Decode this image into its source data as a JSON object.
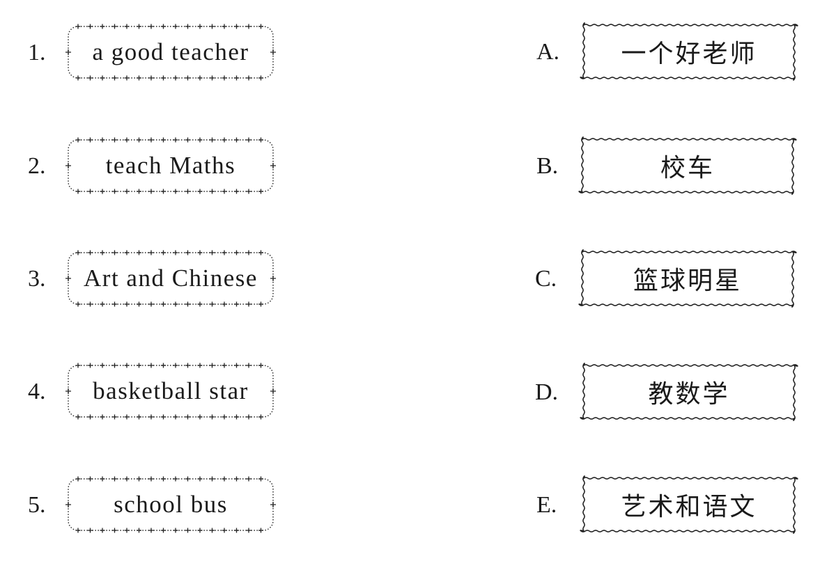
{
  "left_items": [
    {
      "number": "1.",
      "text": "a good teacher"
    },
    {
      "number": "2.",
      "text": "teach Maths"
    },
    {
      "number": "3.",
      "text": "Art and Chinese"
    },
    {
      "number": "4.",
      "text": "basketball star"
    },
    {
      "number": "5.",
      "text": "school bus"
    }
  ],
  "right_items": [
    {
      "letter": "A.",
      "text": "一个好老师"
    },
    {
      "letter": "B.",
      "text": "校车"
    },
    {
      "letter": "C.",
      "text": "篮球明星"
    },
    {
      "letter": "D.",
      "text": "教数学"
    },
    {
      "letter": "E.",
      "text": "艺术和语文"
    }
  ]
}
